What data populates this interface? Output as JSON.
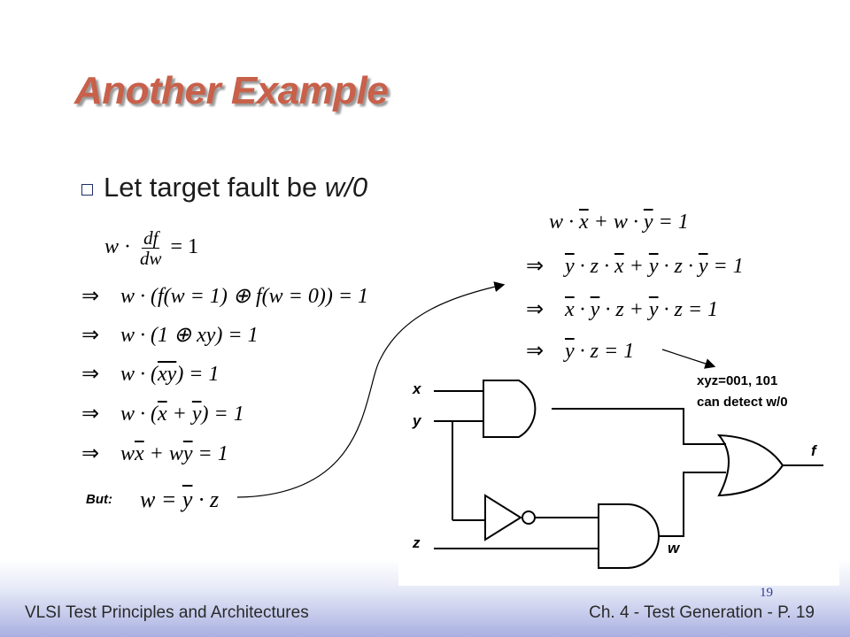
{
  "slide": {
    "title": "Another Example",
    "bullet": {
      "text": "Let target fault be ",
      "fault": "w/0"
    },
    "left_equations": {
      "first": {
        "w": "w",
        "num": "df",
        "den": "dw",
        "rhs": "= 1"
      },
      "implies": "⇒",
      "line2": "w · (f(w = 1) ⊕ f(w = 0)) = 1",
      "line3": "w · (1 ⊕ xy) = 1",
      "line4_pre": "w · (",
      "line4_bar": "xy",
      "line4_post": ") = 1",
      "line5_pre": "w · (",
      "line5_x": "x",
      "line5_plus": " + ",
      "line5_y": "y",
      "line5_post": ") = 1",
      "line6_w1": "w",
      "line6_x": "x",
      "line6_plus": " + ",
      "line6_w2": "w",
      "line6_y": "y",
      "line6_rhs": " = 1"
    },
    "but": {
      "label": "But:",
      "eq_pre": "w = ",
      "eq_y": "y",
      "eq_post": " · z"
    },
    "right_equations": {
      "line1_pre": "w · ",
      "line1_x": "x",
      "line1_mid": " + w · ",
      "line1_y": "y",
      "line1_post": " = 1",
      "line2_y1": "y",
      "line2_mid1": " · z · ",
      "line2_x": "x",
      "line2_plus": " + ",
      "line2_y2": "y",
      "line2_mid2": " · z · ",
      "line2_y3": "y",
      "line2_post": " = 1",
      "line3_x": "x",
      "line3_mid1": " · ",
      "line3_y": "y",
      "line3_mid2": " · z + ",
      "line3_y2": "y",
      "line3_post": " · z = 1",
      "line4_y": "y",
      "line4_post": " · z = 1"
    },
    "annotation": {
      "line1": "xyz=001, 101",
      "line2": "can detect w/0"
    },
    "circuit": {
      "inputs": [
        "x",
        "y",
        "z"
      ],
      "output": "f",
      "internal_label": "w"
    },
    "footer": {
      "left": "VLSI Test Principles and Architectures",
      "right": "Ch. 4 - Test Generation - P. 19",
      "page_number": "19"
    },
    "colors": {
      "title": "#c8604a",
      "bullet_box": "#1e2c6a",
      "footer_band": "#a9afe0"
    }
  }
}
